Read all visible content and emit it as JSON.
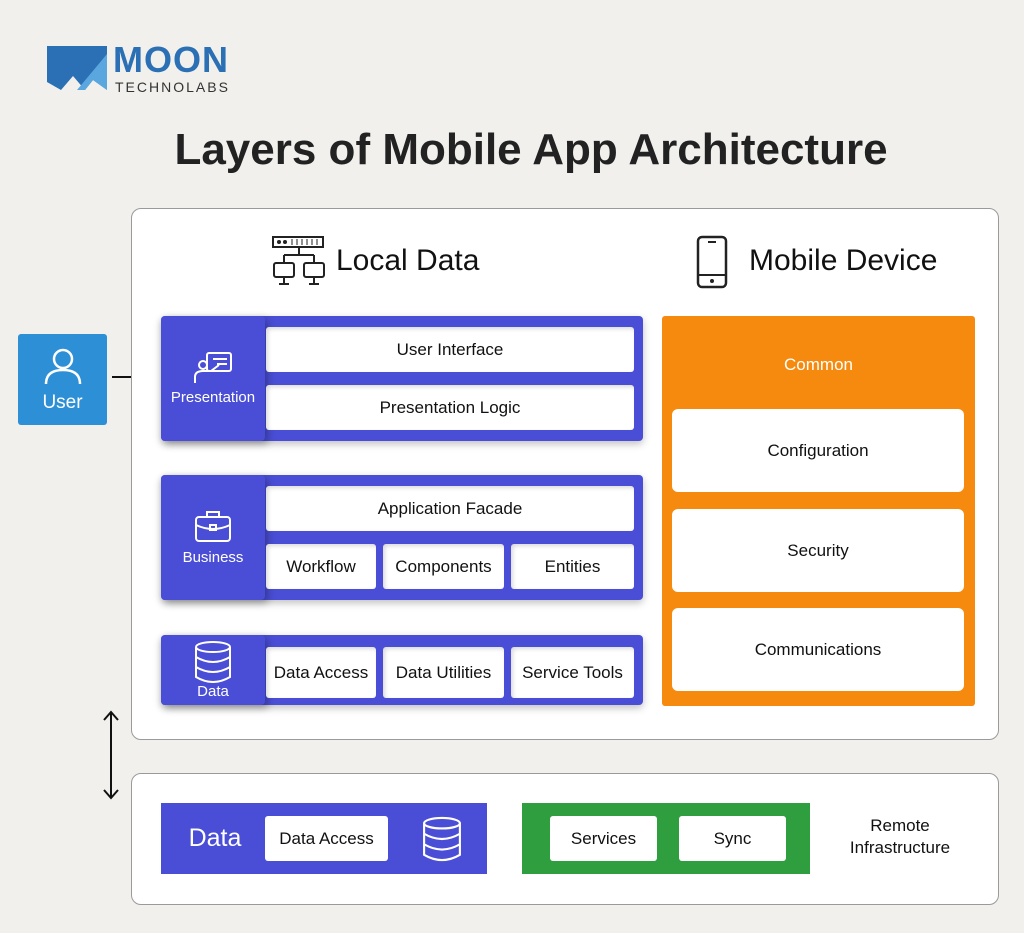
{
  "logo": {
    "name": "MOON",
    "sub": "TECHNOLABS"
  },
  "title": "Layers of Mobile App Architecture",
  "user": "User",
  "local": {
    "title": "Local Data",
    "presentation": {
      "label": "Presentation",
      "rows": [
        "User Interface",
        "Presentation Logic"
      ]
    },
    "business": {
      "label": "Business",
      "top": "Application Facade",
      "rows": [
        "Workflow",
        "Components",
        "Entities"
      ]
    },
    "data": {
      "label": "Data",
      "rows": [
        "Data Access",
        "Data Utilities",
        "Service Tools"
      ]
    }
  },
  "mobile": {
    "title": "Mobile Device",
    "common": "Common",
    "cards": [
      "Configuration",
      "Security",
      "Communications"
    ]
  },
  "remote": {
    "data_label": "Data",
    "data_access": "Data Access",
    "services": "Services",
    "sync": "Sync",
    "label_line1": "Remote",
    "label_line2": "Infrastructure"
  },
  "colors": {
    "purple": "#4a4ed6",
    "orange": "#f58a0f",
    "green": "#2e9e3e",
    "user": "#2d8fd6"
  }
}
